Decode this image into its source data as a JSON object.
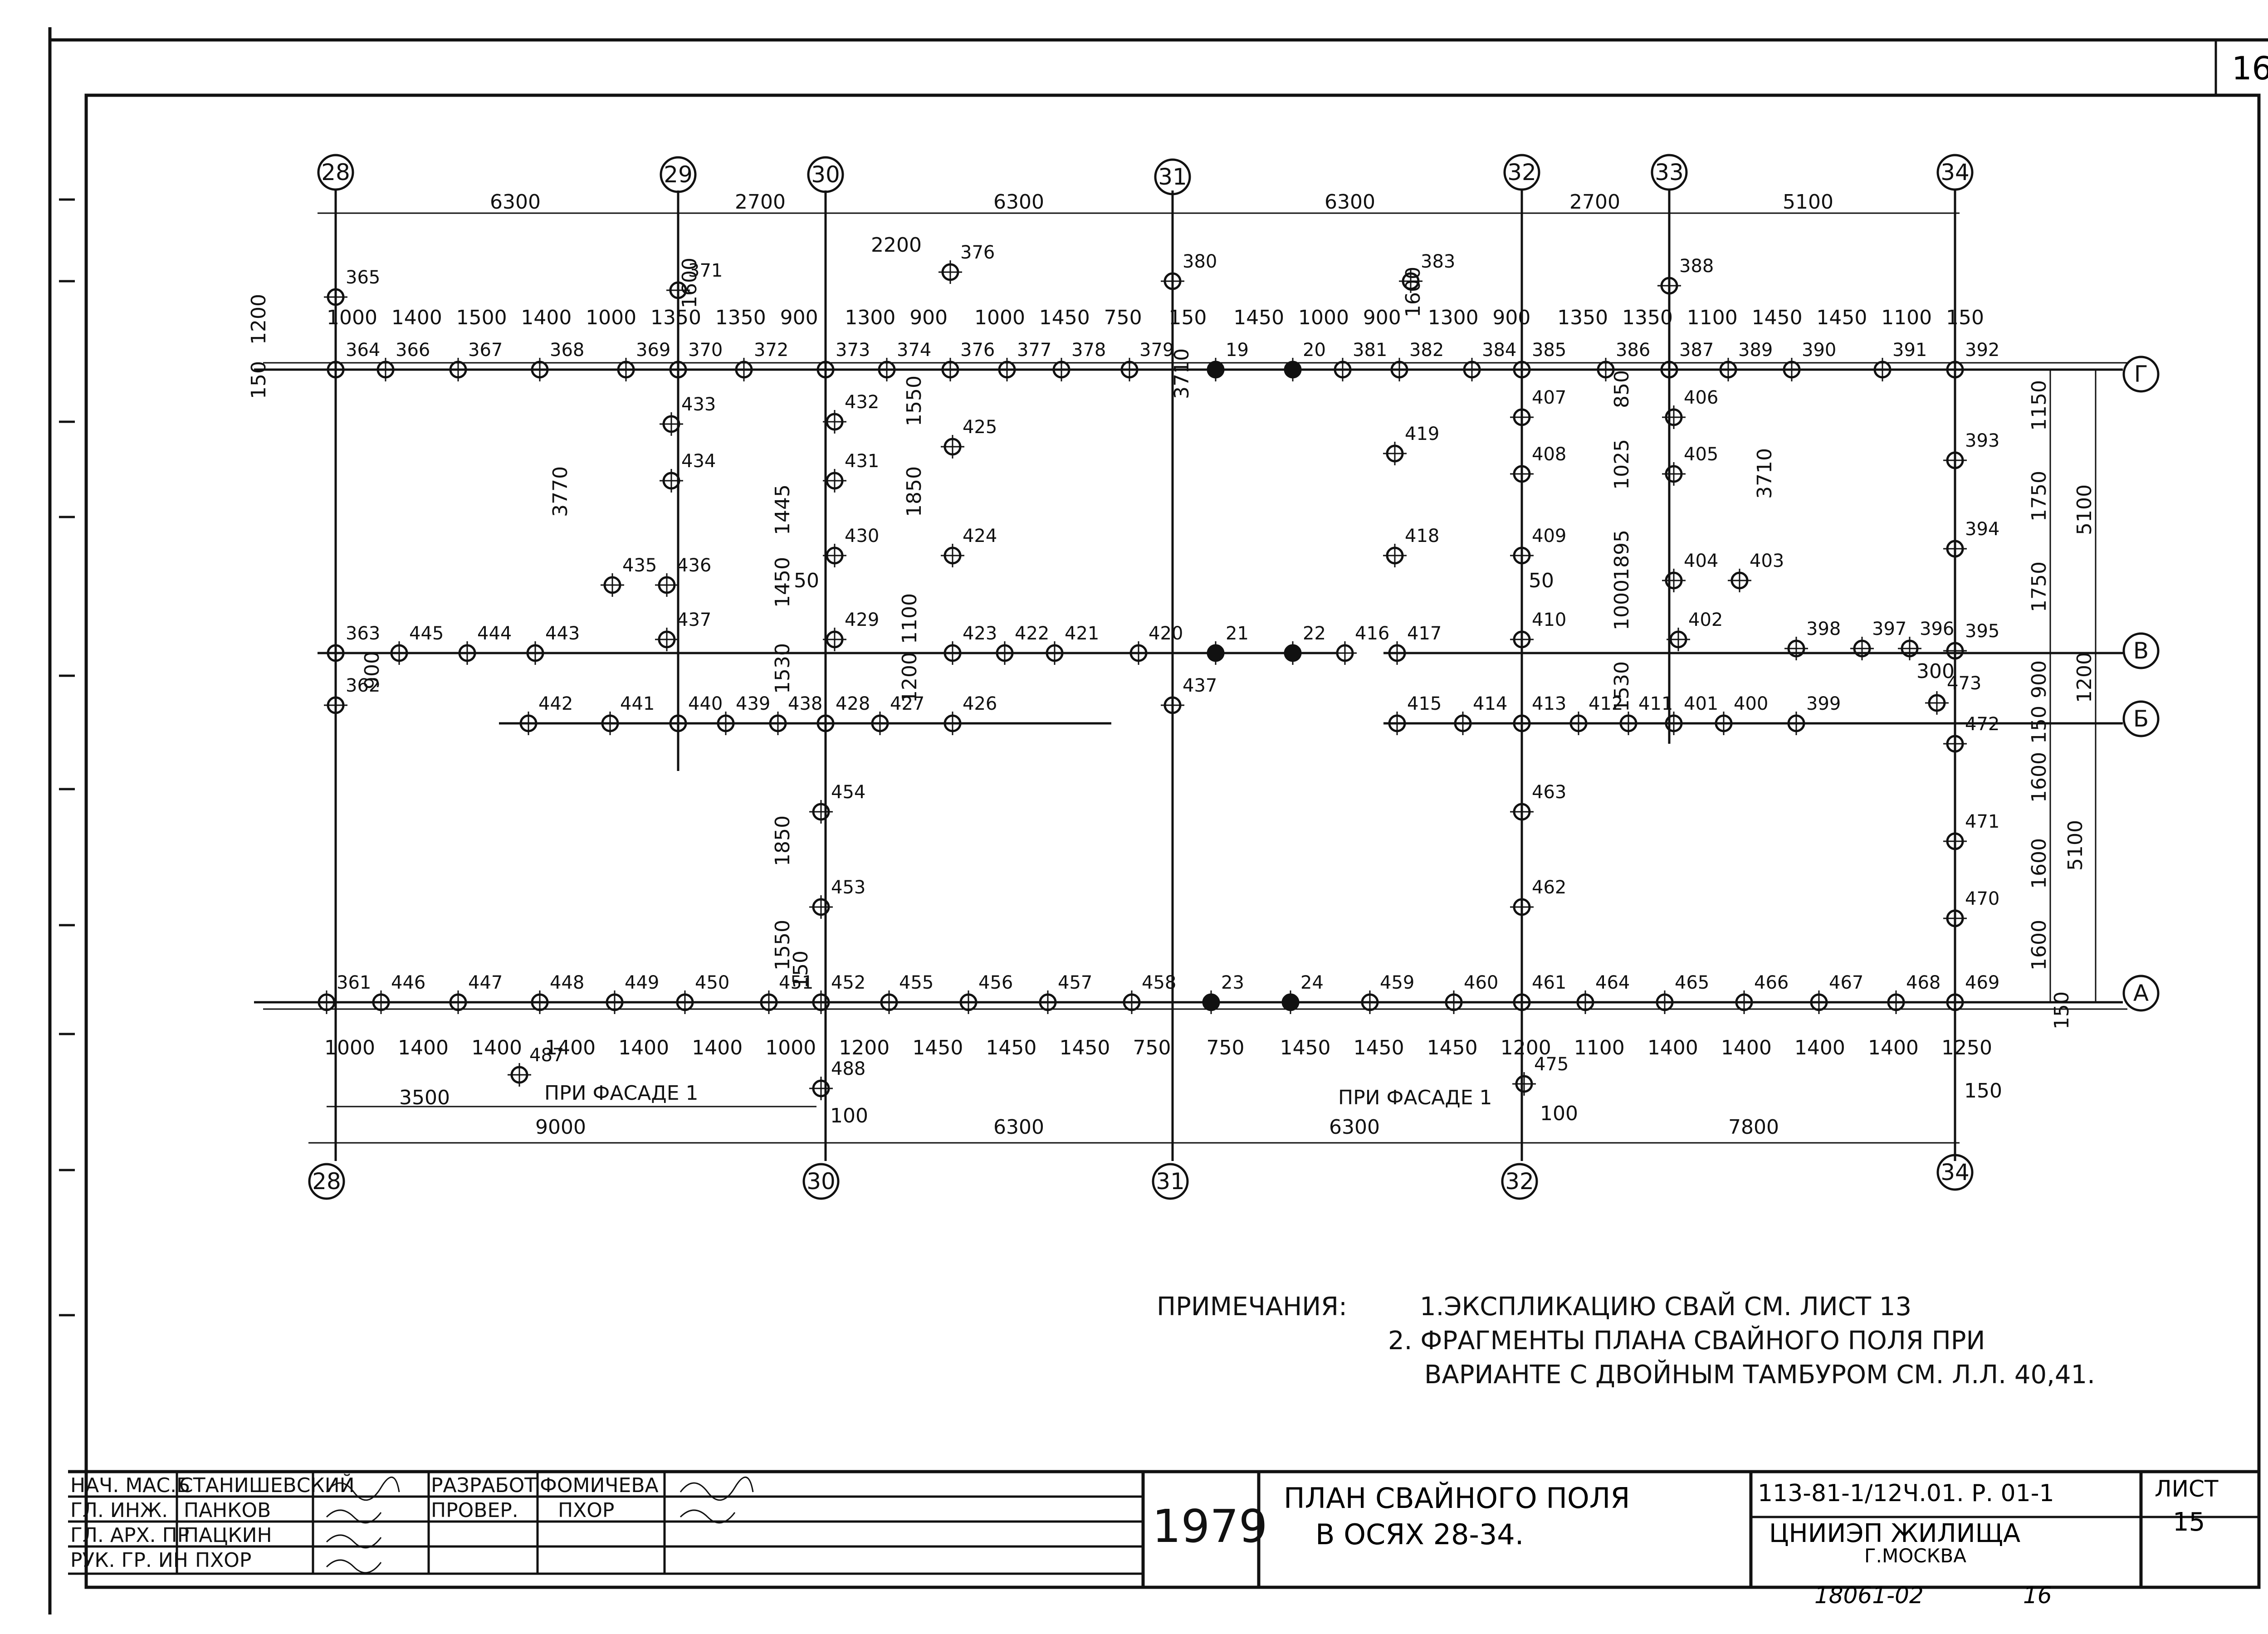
{
  "sheet_corner_number": "16",
  "axes": {
    "top": [
      "28",
      "29",
      "30",
      "31",
      "32",
      "33",
      "34"
    ],
    "bottom": [
      "28",
      "30",
      "31",
      "32",
      "34"
    ],
    "right": [
      "Г",
      "В",
      "Б",
      "А"
    ]
  },
  "dimensions": {
    "top_spans": [
      "6300",
      "2700",
      "6300",
      "6300",
      "2700",
      "5100"
    ],
    "bottom_spans": [
      "9000",
      "6300",
      "6300",
      "7800"
    ],
    "row_g": [
      "1000",
      "1400",
      "1500",
      "1400",
      "1000",
      "1350",
      "1350",
      "900",
      "1300",
      "900",
      "1000",
      "1450",
      "750",
      "150",
      "1450",
      "1000",
      "900",
      "1300",
      "900",
      "1350",
      "1350",
      "1100",
      "1450",
      "1450",
      "1100",
      "150"
    ],
    "row_a": [
      "1000",
      "1400",
      "1400",
      "1400",
      "1400",
      "1400",
      "1000",
      "1200",
      "1450",
      "1450",
      "1450",
      "750",
      "750",
      "1450",
      "1450",
      "1450",
      "1200",
      "1100",
      "1400",
      "1400",
      "1400",
      "1400",
      "1250"
    ],
    "right_side": [
      "5100",
      "5100",
      "1150",
      "1750",
      "1750",
      "1200",
      "900",
      "150",
      "1600",
      "1600",
      "1600",
      "150"
    ],
    "left_side": [
      "1200",
      "150",
      "3770",
      "900"
    ],
    "misc": [
      "2200",
      "1600",
      "1600",
      "3710",
      "1850",
      "1445",
      "1450",
      "1530",
      "1850",
      "1550",
      "1550",
      "1100",
      "1200",
      "3710",
      "1025",
      "1895",
      "1530",
      "850",
      "1000",
      "50",
      "50",
      "300",
      "100",
      "100",
      "150",
      "150",
      "3500"
    ]
  },
  "piles": [
    "365",
    "371",
    "376",
    "380",
    "383",
    "388",
    "364",
    "366",
    "367",
    "368",
    "369",
    "370",
    "372",
    "373",
    "374",
    "376",
    "377",
    "378",
    "379",
    "19",
    "20",
    "381",
    "382",
    "384",
    "385",
    "386",
    "387",
    "389",
    "390",
    "391",
    "392",
    "433",
    "434",
    "435",
    "436",
    "437",
    "432",
    "431",
    "430",
    "429",
    "425",
    "424",
    "419",
    "418",
    "407",
    "408",
    "409",
    "410",
    "406",
    "405",
    "404",
    "403",
    "402",
    "393",
    "394",
    "395",
    "363",
    "445",
    "444",
    "443",
    "423",
    "422",
    "421",
    "420",
    "21",
    "22",
    "416",
    "417",
    "398",
    "397",
    "396",
    "362",
    "442",
    "441",
    "440",
    "439",
    "438",
    "428",
    "427",
    "426",
    "437",
    "415",
    "414",
    "413",
    "412",
    "411",
    "401",
    "400",
    "399",
    "473",
    "472",
    "471",
    "470",
    "454",
    "453",
    "463",
    "462",
    "361",
    "446",
    "447",
    "448",
    "449",
    "450",
    "451",
    "452",
    "455",
    "456",
    "457",
    "458",
    "23",
    "24",
    "459",
    "460",
    "461",
    "464",
    "465",
    "466",
    "467",
    "468",
    "469",
    "487",
    "488",
    "475"
  ],
  "facade_notes": [
    "ПРИ ФАСАДЕ 1",
    "ПРИ ФАСАДЕ 1"
  ],
  "notes": {
    "title": "ПРИМЕЧАНИЯ:",
    "items": [
      "1.ЭКСПЛИКАЦИЮ СВАЙ СМ. ЛИСТ 13",
      "2. ФРАГМЕНТЫ ПЛАНА СВАЙНОГО ПОЛЯ ПРИ",
      "ВАРИАНТЕ С ДВОЙНЫМ ТАМБУРОМ СМ. Л.Л. 40,41."
    ]
  },
  "stamp": {
    "roles": [
      "НАЧ. МАС.Б",
      "ГЛ. ИНЖ.",
      "ГЛ. АРХ. ПР",
      "РУК. ГР. ИН"
    ],
    "names": [
      "СТАНИШЕВСКИЙ",
      "ПАНКОВ",
      "ПАЦКИН",
      "ПХОР"
    ],
    "roles2": [
      "РАЗРАБОТ",
      "ПРОВЕР."
    ],
    "names2": [
      "ФОМИЧЕВА",
      "ПХОР"
    ],
    "year": "1979",
    "title_line1": "ПЛАН СВАЙНОГО ПОЛЯ",
    "title_line2": "В ОСЯХ 28-34.",
    "doc_code": "113-81-1/12Ч.01. Р. 01-1",
    "org": "ЦНИИЭП ЖИЛИЩА",
    "city": "Г.МОСКВА",
    "sheet_label": "ЛИСТ",
    "sheet_no": "15",
    "archive": "18061-02",
    "archive_page": "16"
  }
}
